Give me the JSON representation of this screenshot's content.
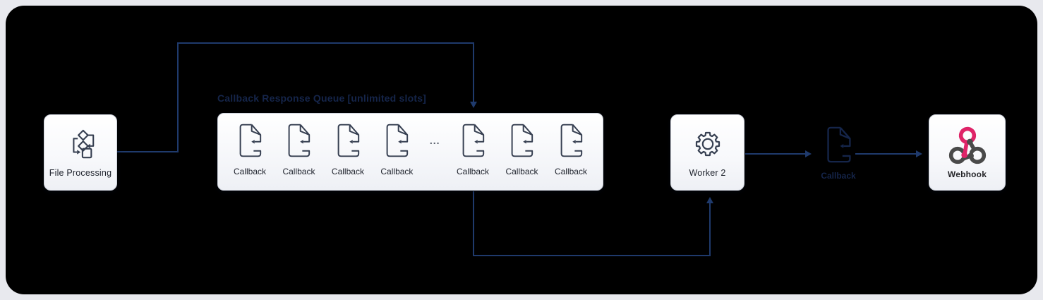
{
  "colors": {
    "canvas": "#000000",
    "frame": "#e8e9ee",
    "connector": "#1f3a6c",
    "navy_text": "#15254a",
    "icon_stroke": "#363f51",
    "label_color": "#20242e",
    "panel_border": "#ccd0da",
    "webhook_pink": "#df2468",
    "webhook_gray": "#4a4a4a"
  },
  "nodes": {
    "file_processing": {
      "label": "File Processing"
    },
    "worker": {
      "label": "Worker 2"
    },
    "webhook": {
      "label": "Webhook"
    },
    "transit_callback": {
      "label": "Callback"
    }
  },
  "queue": {
    "title": "Callback Response Queue [unlimited slots]",
    "ellipsis": "...",
    "items": [
      "Callback",
      "Callback",
      "Callback",
      "Callback",
      "Callback",
      "Callback",
      "Callback"
    ]
  }
}
